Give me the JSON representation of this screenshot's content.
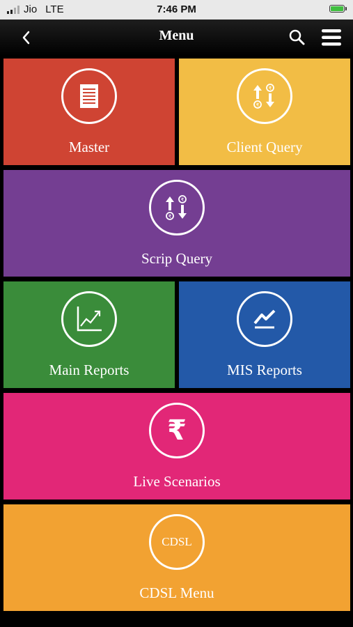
{
  "status_bar": {
    "carrier": "Jio",
    "network": "LTE",
    "time": "7:46 PM"
  },
  "navbar": {
    "title": "Menu",
    "back_icon": "chevron-left-icon",
    "search_icon": "search-icon",
    "menu_icon": "hamburger-menu-icon"
  },
  "tiles": [
    {
      "label": "Master",
      "color": "#cf4433",
      "icon": "document-icon"
    },
    {
      "label": "Client Query",
      "color": "#f2bd45",
      "icon": "exchange-arrows-icon"
    },
    {
      "label": "Scrip Query",
      "color": "#743e92",
      "icon": "exchange-arrows-icon"
    },
    {
      "label": "Main Reports",
      "color": "#3a8c3a",
      "icon": "line-chart-icon"
    },
    {
      "label": "MIS Reports",
      "color": "#2359a8",
      "icon": "trend-chart-icon"
    },
    {
      "label": "Live Scenarios",
      "color": "#e22777",
      "icon": "rupee-icon",
      "icon_text": "₹"
    },
    {
      "label": "CDSL Menu",
      "color": "#f2a232",
      "icon": "cdsl-badge-icon",
      "icon_text": "CDSL"
    }
  ]
}
